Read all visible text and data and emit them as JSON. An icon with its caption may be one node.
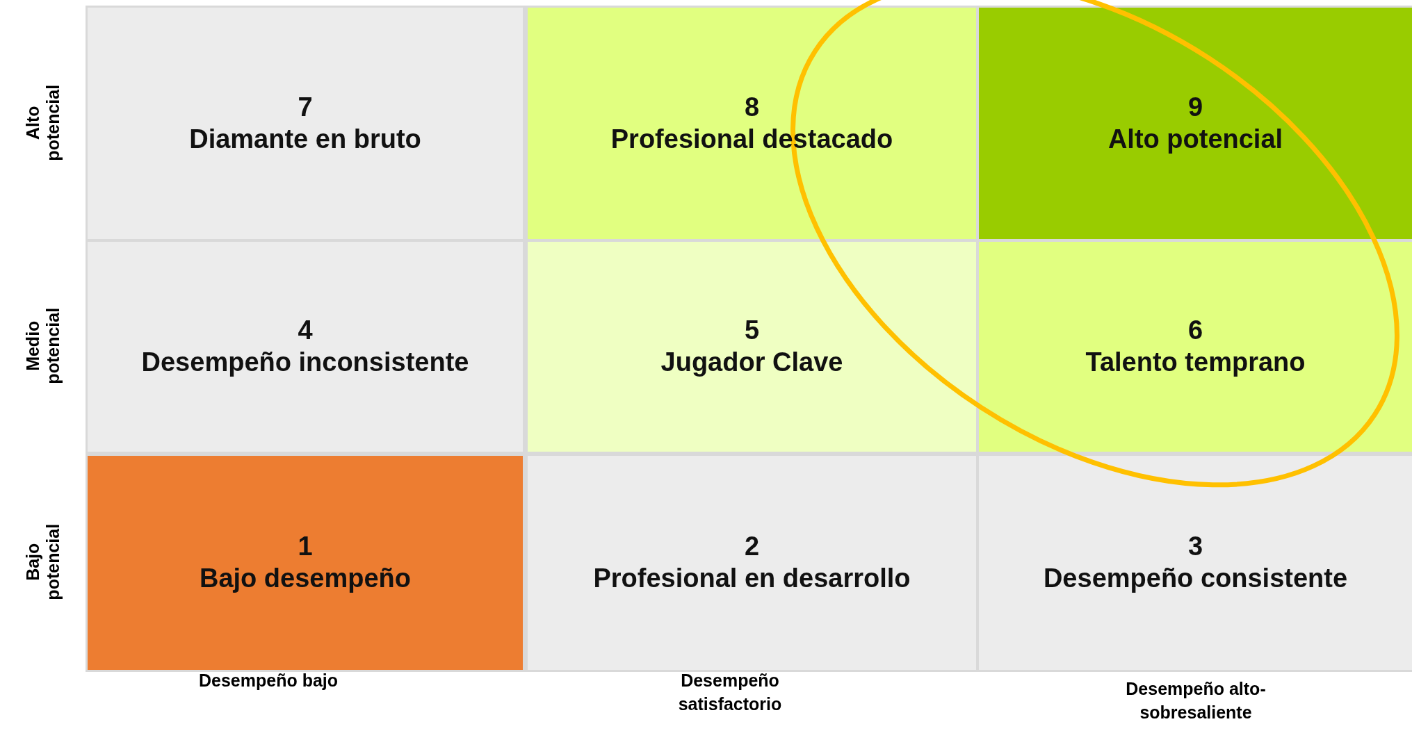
{
  "diagram": {
    "nodes": [
      {
        "text": [
          "7",
          "Diamante en bruto"
        ]
      },
      {
        "text": [
          "8",
          "Profesional destacado"
        ]
      },
      {
        "text": [
          "9",
          "Alto potencial"
        ]
      },
      {
        "text": [
          "4",
          "Desempeño inconsistente"
        ]
      },
      {
        "text": [
          "5",
          "Jugador Clave"
        ]
      },
      {
        "text": [
          "6",
          "Talento temprano"
        ]
      },
      {
        "text": [
          "1",
          "Bajo desempeño"
        ]
      },
      {
        "text": [
          "2",
          "Profesional en desarrollo"
        ]
      },
      {
        "text": [
          "3",
          "Desempeño consistente"
        ]
      }
    ],
    "labels": [
      "Alto potencial",
      "Medio potencial",
      "Bajo potencial",
      "Desempeño bajo",
      "Desempeño satisfactorio",
      "Desempeño alto-sobresaliente"
    ]
  }
}
